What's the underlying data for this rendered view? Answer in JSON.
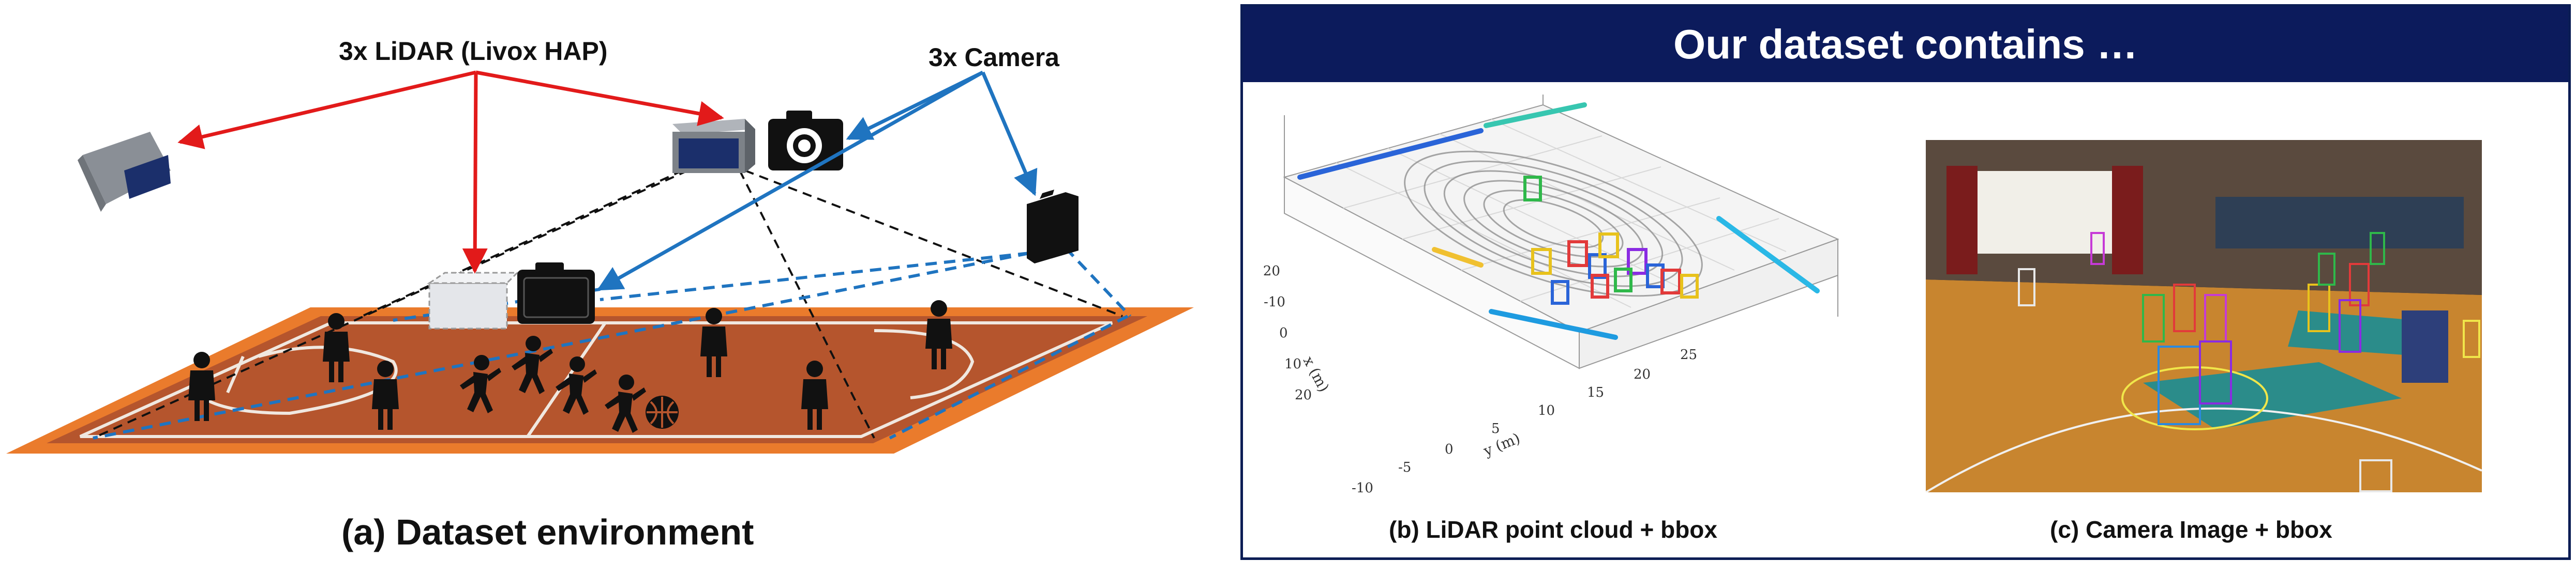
{
  "left": {
    "lidar_label": "3x LiDAR (Livox HAP)",
    "camera_label": "3x Camera",
    "caption": "(a) Dataset environment"
  },
  "right": {
    "header": "Our dataset contains …",
    "lidar": {
      "caption": "(b) LiDAR point cloud + bbox",
      "x_axis_label": "x (m)",
      "y_axis_label": "y (m)",
      "x_ticks": [
        "-20",
        "-10",
        "0",
        "10",
        "20"
      ],
      "y_ticks": [
        "-10",
        "-5",
        "0",
        "5",
        "10",
        "15",
        "20",
        "25"
      ]
    },
    "camera": {
      "caption": "(c) Camera Image + bbox"
    }
  },
  "colors": {
    "lidar_arrow": "#e21a1a",
    "camera_arrow": "#1f74c0",
    "court": "#b5552d",
    "court_border": "#ea7b2c",
    "header_bg": "#0c1b5c"
  }
}
